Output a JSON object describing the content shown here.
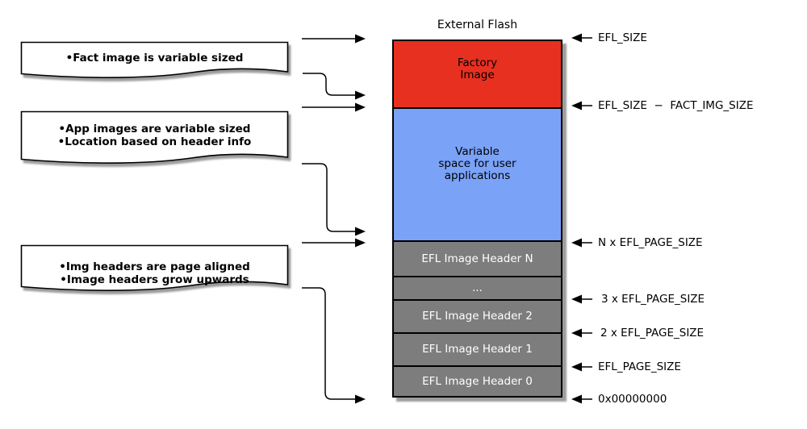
{
  "title": "External Flash",
  "colors": {
    "factory_image": "#e83020",
    "user_space": "#7aa2f7",
    "header_gray": "#7d7d7d",
    "shadow": "#9c9c9c"
  },
  "flash": {
    "sections": [
      {
        "name": "factory-image",
        "label": "Factory\nImage"
      },
      {
        "name": "user-space",
        "label": "Variable\nspace for user\napplications"
      },
      {
        "name": "image-header-n",
        "label": "EFL Image Header N"
      },
      {
        "name": "header-ellipsis",
        "label": "..."
      },
      {
        "name": "image-header-2",
        "label": "EFL Image Header 2"
      },
      {
        "name": "image-header-1",
        "label": "EFL Image Header 1"
      },
      {
        "name": "image-header-0",
        "label": "EFL Image Header 0"
      }
    ]
  },
  "callouts": [
    {
      "lines": [
        "•Fact image is variable sized",
        ""
      ]
    },
    {
      "lines": [
        "•App images are variable sized",
        "•Location based on header info"
      ]
    },
    {
      "lines": [
        "•Img headers are page aligned",
        "•Image headers grow upwards"
      ]
    }
  ],
  "annotations": [
    {
      "text": "EFL_SIZE"
    },
    {
      "text": "EFL_SIZE  −  FACT_IMG_SIZE"
    },
    {
      "text": "N x EFL_PAGE_SIZE"
    },
    {
      "text": "3 x EFL_PAGE_SIZE"
    },
    {
      "text": "2 x EFL_PAGE_SIZE"
    },
    {
      "text": "EFL_PAGE_SIZE"
    },
    {
      "text": "0x00000000"
    }
  ]
}
